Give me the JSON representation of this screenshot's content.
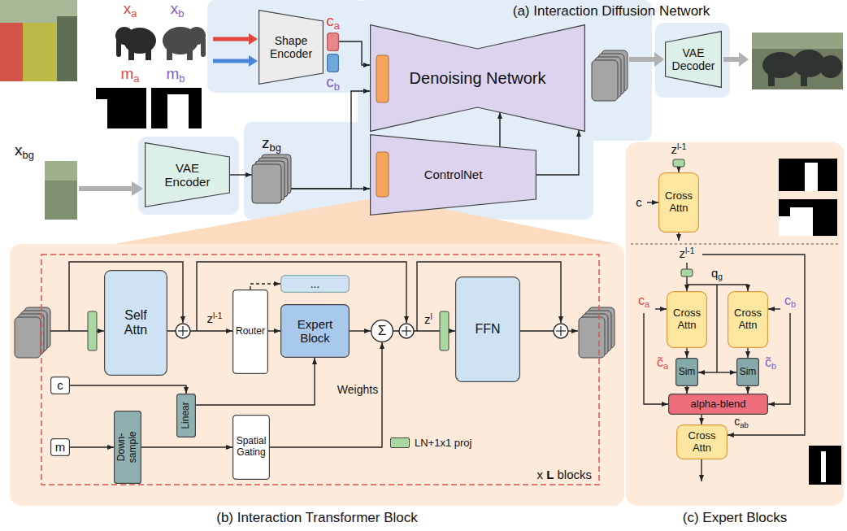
{
  "diagram": {
    "nodes": [
      {
        "text": [
          "Shape Encoder"
        ]
      },
      {
        "text": [
          "ca"
        ]
      },
      {
        "text": [
          "cb"
        ]
      },
      {
        "text": [
          "Denoising Network"
        ]
      },
      {
        "text": [
          "VAE Decoder"
        ]
      },
      {
        "text": [
          "VAE Encoder"
        ]
      },
      {
        "text": [
          "zbg"
        ]
      },
      {
        "text": [
          "ControlNet"
        ]
      },
      {
        "text": [
          "(b) Interaction Transformer Block"
        ]
      },
      {
        "text": [
          "x L blocks"
        ],
        "in": 8
      },
      {
        "text": [
          "Self Attn"
        ],
        "in": 9
      },
      {
        "text": [
          "Router"
        ],
        "in": 9
      },
      {
        "text": [
          "..."
        ],
        "in": 9
      },
      {
        "text": [
          "Expert Block"
        ],
        "in": 9
      },
      {
        "text": [
          "Σ"
        ],
        "in": 9
      },
      {
        "text": [
          "FFN"
        ],
        "in": 9
      },
      {
        "text": [
          "c"
        ],
        "in": 9
      },
      {
        "text": [
          "m"
        ],
        "in": 9
      },
      {
        "text": [
          "Linear"
        ],
        "in": 9
      },
      {
        "text": [
          "Down-sample"
        ],
        "in": 9
      },
      {
        "text": [
          "Spatial Gating"
        ],
        "in": 9
      },
      {
        "text": [
          "(c) Expert Blocks"
        ]
      },
      {
        "text": [
          "Cross Attn"
        ],
        "in": 21
      },
      {
        "text": [
          "Cross Attn"
        ],
        "in": 21
      },
      {
        "text": [
          "Cross Attn"
        ],
        "in": 21
      },
      {
        "text": [
          "Sim"
        ],
        "in": 21
      },
      {
        "text": [
          "Sim"
        ],
        "in": 21
      },
      {
        "text": [
          "alpha-blend"
        ],
        "in": 21
      },
      {
        "text": [
          "Cross Attn"
        ],
        "in": 21
      }
    ],
    "edges": [
      {
        "from": 1,
        "to": 3,
        "arrow": "to"
      },
      {
        "from": 5,
        "to": 6,
        "arrow": "to"
      },
      {
        "from": 6,
        "to": 7,
        "arrow": "to"
      },
      {
        "from": 6,
        "to": 3,
        "arrow": "to"
      },
      {
        "from": 7,
        "to": 3,
        "arrow": "to"
      },
      {
        "from": 7,
        "to": 3,
        "arrow": "to"
      },
      {
        "from": 10,
        "to": 11,
        "arrow": "to"
      },
      {
        "from": 11,
        "to": 12,
        "arrow": "to"
      },
      {
        "from": 11,
        "to": 13,
        "arrow": "to"
      },
      {
        "from": 13,
        "to": 14,
        "arrow": "to"
      },
      {
        "from": 14,
        "to": 15,
        "arrow": "to"
      },
      {
        "from": 16,
        "to": 18,
        "arrow": "to"
      },
      {
        "from": 18,
        "to": 13,
        "arrow": "to"
      },
      {
        "from": 17,
        "to": 19,
        "arrow": "to"
      },
      {
        "from": 19,
        "to": 20,
        "arrow": "to"
      },
      {
        "from": 20,
        "to": 14,
        "label": "Weights",
        "arrow": "to"
      },
      {
        "from": 23,
        "to": 25,
        "arrow": "to"
      },
      {
        "from": 24,
        "to": 26,
        "arrow": "to"
      },
      {
        "from": 25,
        "to": 27,
        "arrow": "to"
      },
      {
        "from": 26,
        "to": 27,
        "arrow": "to"
      },
      {
        "from": 27,
        "to": 28,
        "label": "cab",
        "arrow": "to"
      }
    ],
    "labels": [
      "xa",
      "xb",
      "ma",
      "mb",
      "(a) Interaction Diffusion Network",
      "xbg",
      "zl-1",
      "zl",
      "zl-1",
      "c",
      "zl-1",
      "qg",
      "ca",
      "cb",
      "c̃a",
      "c̃b"
    ],
    "legend": [
      {
        "text": "LN+1x1 proj",
        "color": "#a8d8a0"
      }
    ]
  }
}
